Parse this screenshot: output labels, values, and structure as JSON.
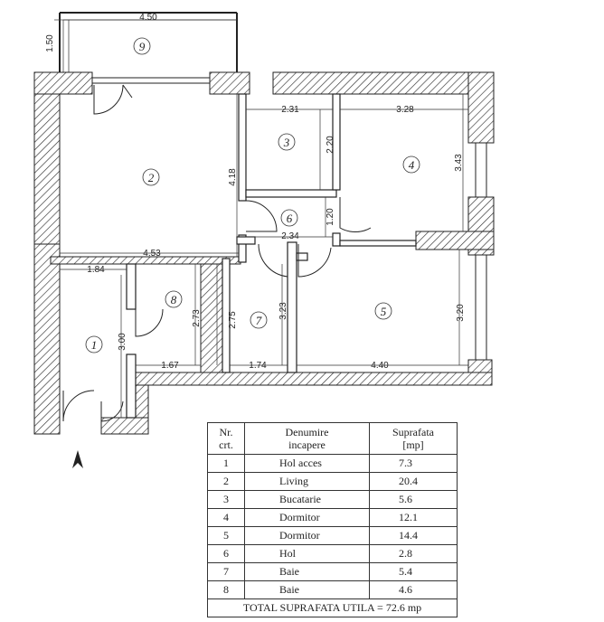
{
  "dimensions": {
    "d_450": "4.50",
    "d_150": "1.50",
    "d_231": "2.31",
    "d_328": "3.28",
    "d_220": "2.20",
    "d_343": "3.43",
    "d_418": "4.18",
    "d_120": "1.20",
    "d_234": "2.34",
    "d_453": "4.53",
    "d_184": "1.84",
    "d_273": "2.73",
    "d_275": "2.75",
    "d_323": "3.23",
    "d_320": "3.20",
    "d_300": "3.00",
    "d_167": "1.67",
    "d_174": "1.74",
    "d_440": "4.40"
  },
  "rooms": [
    "1",
    "2",
    "3",
    "4",
    "5",
    "6",
    "7",
    "8",
    "9"
  ],
  "table": {
    "headers": {
      "nr_line1": "Nr.",
      "nr_line2": "crt.",
      "name_line1": "Denumire",
      "name_line2": "incapere",
      "area_line1": "Suprafata",
      "area_line2": "[mp]"
    },
    "rows": [
      {
        "nr": "1",
        "name": "Hol acces",
        "area": "7.3"
      },
      {
        "nr": "2",
        "name": "Living",
        "area": "20.4"
      },
      {
        "nr": "3",
        "name": "Bucatarie",
        "area": "5.6"
      },
      {
        "nr": "4",
        "name": "Dormitor",
        "area": "12.1"
      },
      {
        "nr": "5",
        "name": "Dormitor",
        "area": "14.4"
      },
      {
        "nr": "6",
        "name": "Hol",
        "area": "2.8"
      },
      {
        "nr": "7",
        "name": "Baie",
        "area": "5.4"
      },
      {
        "nr": "8",
        "name": "Baie",
        "area": "4.6"
      }
    ],
    "total": "TOTAL SUPRAFATA UTILA = 72.6 mp"
  }
}
